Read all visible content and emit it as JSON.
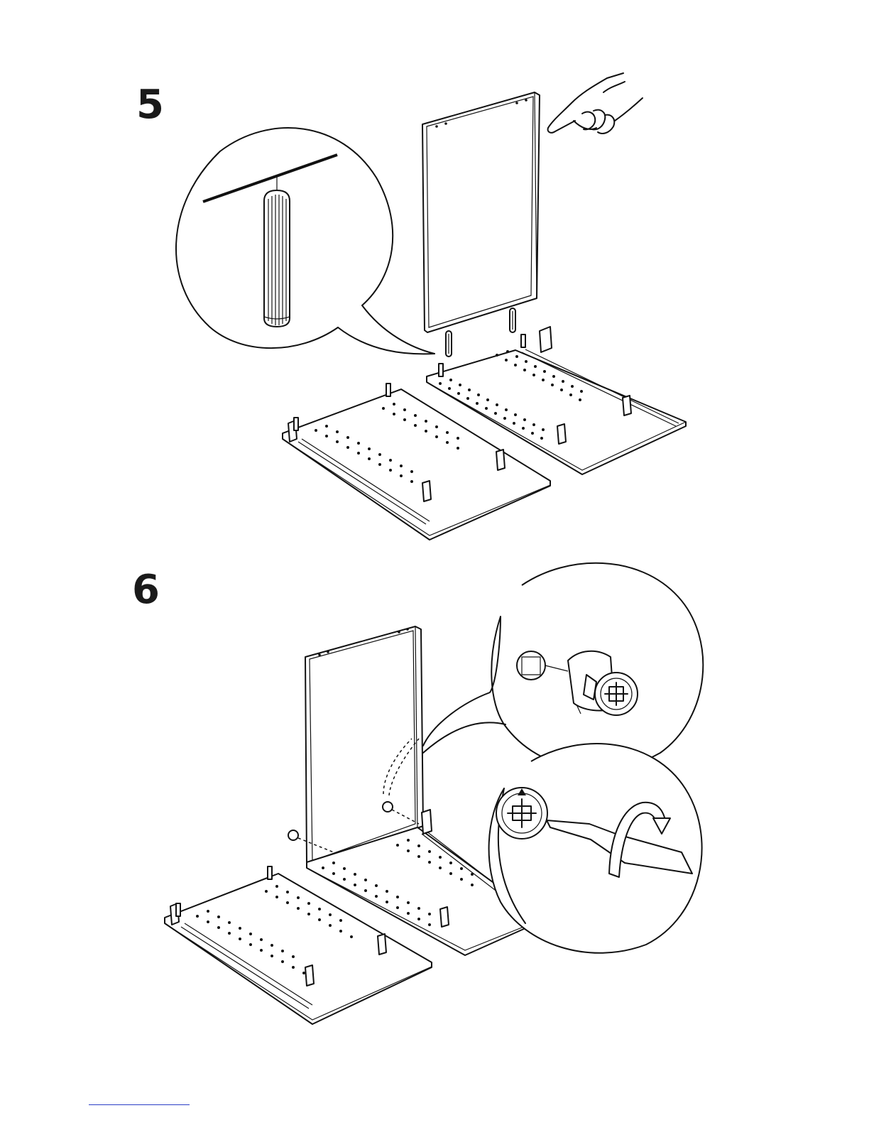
{
  "steps": [
    {
      "number": "5"
    },
    {
      "number": "6"
    }
  ],
  "icons": {
    "step5_hand": "pointing-hand-icon",
    "step5_detail": "wooden-dowel-detail",
    "step6_detail_top": "cam-lock-detail",
    "step6_detail_bottom": "screwdriver-rotate-detail"
  },
  "colors": {
    "line": "#111111",
    "background": "#ffffff",
    "footer_link": "#2b3fc6"
  }
}
